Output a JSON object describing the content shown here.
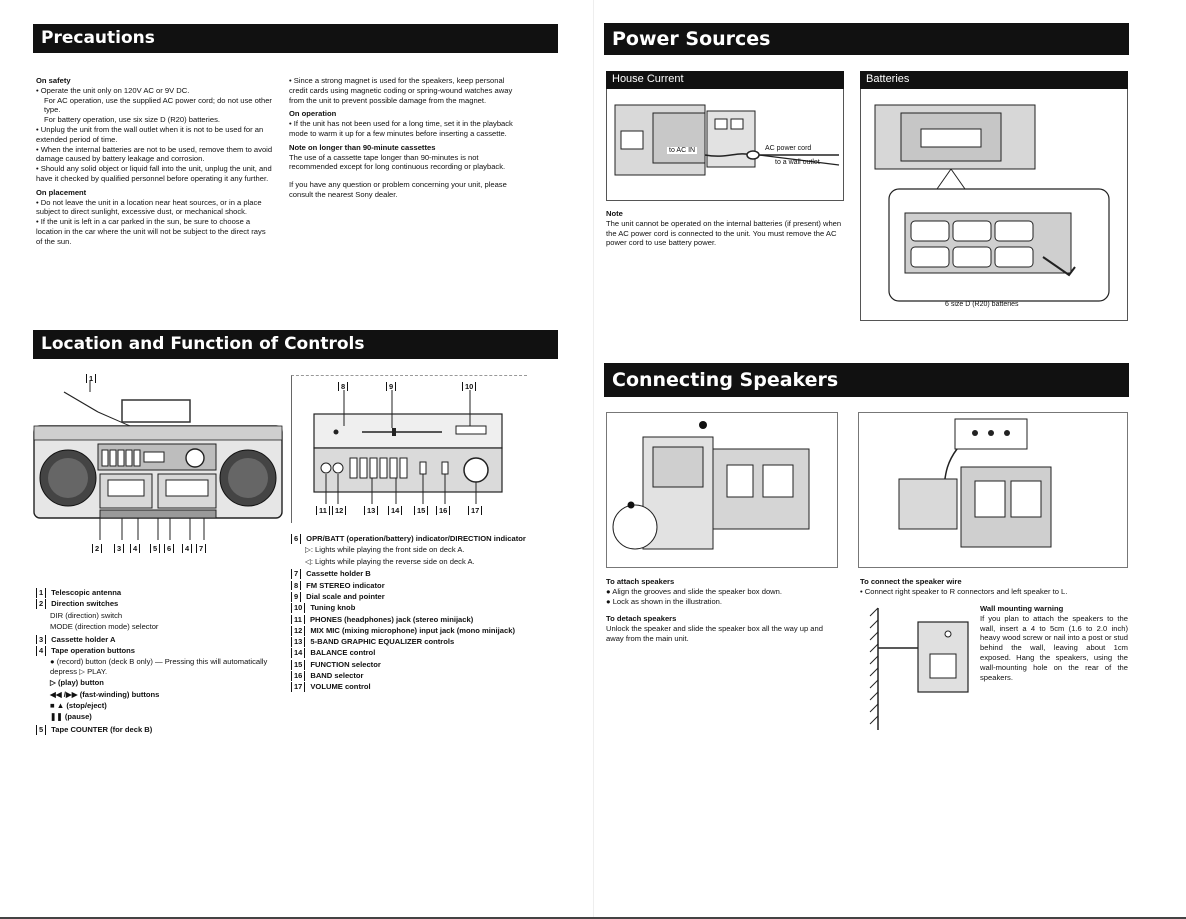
{
  "banners": {
    "precautions": "Precautions",
    "power_sources": "Power Sources",
    "location": "Location and Function of Controls",
    "connecting": "Connecting Speakers"
  },
  "power": {
    "house_current": "House Current",
    "batteries": "Batteries",
    "label_to_ac_in": "to AC IN",
    "label_ac_cord": "AC power cord",
    "label_wall_outlet": "to a wall outlet",
    "label_batteries": "6 size D (R20) batteries",
    "note_heading": "Note",
    "note_text": "The unit cannot be operated on the internal batteries (if present) when the AC power cord is connected to the unit. You must remove the AC power cord to use battery power."
  },
  "precautions": {
    "on_safety": "On safety",
    "s1": "• Operate the unit only on 120V AC or 9V DC.",
    "s1a": "For AC operation, use the supplied AC power cord; do not use other type.",
    "s1b": "For battery operation, use six size D (R20) batteries.",
    "s2": "• Unplug the unit from the wall outlet when it is not to be used for an extended period of time.",
    "s3": "• When the internal batteries are not to be used, remove them to avoid damage caused by battery leakage and corrosion.",
    "s4": "• Should any solid object or liquid fall into the unit, unplug the unit, and have it checked by qualified personnel before operating it any further.",
    "on_placement": "On placement",
    "p1": "• Do not leave the unit in a location near heat sources, or in a place subject to direct sunlight, excessive dust, or mechanical shock.",
    "p2": "• If the unit is left in a car parked in the sun, be sure to choose a location in the car where the unit will not be subject to the direct rays of the sun.",
    "magnet": "• Since a strong magnet is used for the speakers, keep personal credit cards using magnetic coding or spring-wound watches away from the unit to prevent possible damage from the magnet.",
    "on_operation": "On operation",
    "o1": "• If the unit has not been used for a long time, set it in the playback mode to warm it up for a few minutes before inserting a cassette.",
    "note90_heading": "Note on longer than 90-minute cassettes",
    "note90": "The use of a cassette tape longer than 90-minutes is not recommended except for long continuous recording or playback.",
    "question": "If you have any question or problem concerning your unit, please consult the nearest Sony dealer."
  },
  "callouts": {
    "top_main": [
      "1"
    ],
    "bottom_main": [
      "2",
      "3",
      "4",
      "5",
      "6",
      "4",
      "7"
    ],
    "top_panel": [
      "8",
      "9",
      "10"
    ],
    "bottom_panel": [
      "11",
      "12",
      "13",
      "14",
      "15",
      "16",
      "17"
    ]
  },
  "controls_left": {
    "c1_num": "1",
    "c1": "Telescopic antenna",
    "c2_num": "2",
    "c2": "Direction switches",
    "c2a": "DIR (direction) switch",
    "c2b": "MODE (direction mode) selector",
    "c3_num": "3",
    "c3": "Cassette holder A",
    "c4_num": "4",
    "c4": "Tape operation buttons",
    "c4a": "●  (record) button (deck B only) — Pressing this will automatically depress ▷ PLAY.",
    "c4b": "▷  (play) button",
    "c4c": "◀◀ /▶▶  (fast-winding) buttons",
    "c4d": "■ ▲ (stop/eject)",
    "c4e": "❚❚  (pause)",
    "c5_num": "5",
    "c5": "Tape COUNTER (for deck B)"
  },
  "controls_right": {
    "c6_num": "6",
    "c6": "OPR/BATT (operation/battery) indicator/DIRECTION indicator",
    "c6a": "▷: Lights while playing the front side on deck A.",
    "c6b": "◁: Lights while playing the reverse side on deck A.",
    "c7_num": "7",
    "c7": "Cassette holder B",
    "c8_num": "8",
    "c8": "FM STEREO indicator",
    "c9_num": "9",
    "c9": "Dial scale and pointer",
    "c10_num": "10",
    "c10": "Tuning knob",
    "c11_num": "11",
    "c11": "PHONES (headphones) jack (stereo minijack)",
    "c12_num": "12",
    "c12": "MIX MIC (mixing microphone) input jack (mono minijack)",
    "c13_num": "13",
    "c13": "5-BAND GRAPHIC EQUALIZER controls",
    "c14_num": "14",
    "c14": "BALANCE control",
    "c15_num": "15",
    "c15": "FUNCTION selector",
    "c16_num": "16",
    "c16": "BAND selector",
    "c17_num": "17",
    "c17": "VOLUME control"
  },
  "connecting": {
    "attach_heading": "To attach speakers",
    "attach1": "● Align the grooves and slide the speaker box down.",
    "attach2": "● Lock as shown in the illustration.",
    "detach_heading": "To detach speakers",
    "detach": "Unlock the speaker and slide the speaker box all the way up and away from the main unit.",
    "wire_heading": "To connect the speaker wire",
    "wire": "• Connect right speaker to R connectors and left speaker to L.",
    "wall_heading": "Wall mounting warning",
    "wall": "If you plan to attach the speakers to the wall, insert a 4 to 5cm (1.6 to 2.0 inch) heavy wood screw or nail into a post or stud behind the wall, leaving about 1cm exposed. Hang the speakers, using the wall-mounting hole on the rear of the speakers."
  }
}
